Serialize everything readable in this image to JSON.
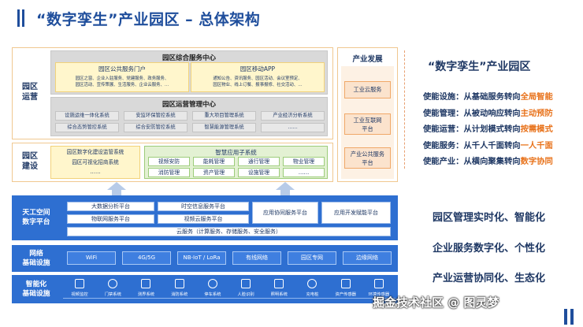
{
  "title": "“数字孪生”产业园区 – 总体架构",
  "operation": {
    "label": "园区\n运营",
    "service_center": {
      "title": "园区综合服务中心",
      "portal": {
        "title": "园区公共服务门户",
        "lines": [
          "园区之窗、企业入驻服务、党建服务、政务服务、",
          "园区活动、宣传策展、生活服务、企业云服务、…"
        ]
      },
      "mobile": {
        "title": "园区移动APP",
        "lines": [
          "通知公告、资讯服务、园区活动、会议室预定、",
          "园区物业、线上订餐、报事报修、社交活动、…"
        ]
      }
    },
    "management_center": {
      "title": "园区运营管理中心",
      "row1": [
        "设施运维一体化系统",
        "安监环保管控系统",
        "重大项目管理系统",
        "产业经济分析系统"
      ],
      "row2": [
        "综合态势管控系统",
        "综合安防管控系统",
        "智慧能源管理系统",
        "……"
      ]
    }
  },
  "construction": {
    "label": "园区\n建设",
    "left_items": [
      "园区数字化建设监管系统",
      "园区可视化招商系统",
      "……"
    ],
    "smart_title": "智慧应用子系统",
    "smart_row1": [
      "视频安防",
      "能耗管理",
      "通行管理",
      "物业管理"
    ],
    "smart_row2": [
      "消防管理",
      "资产管理",
      "设施管理",
      "……"
    ]
  },
  "industry": {
    "title": "产业发展",
    "items": [
      "工业云服务",
      "工业互联网\n平台",
      "产业公共服务\n平台"
    ]
  },
  "platform": {
    "label": "天工空间\n数字平台",
    "row1": [
      "大数据分析平台",
      "时空信息服务平台"
    ],
    "row2": [
      "物联网服务平台",
      "视频云服务平台"
    ],
    "app_collab": "应用协同服务平台",
    "app_dev": "应用开发赋能平台",
    "cloud": "云服务（计算服务、存储服务、安全服务）"
  },
  "network": {
    "label": "网络\n基础设施",
    "items": [
      "WiFi",
      "4G/5G",
      "NB-IoT / LoRa",
      "有线网络",
      "园区专网",
      "边缘网络"
    ]
  },
  "devices": {
    "label": "智能化\n基础设施",
    "items": [
      {
        "icon": "camera-icon",
        "label": "视频监控"
      },
      {
        "icon": "gate-icon",
        "label": "门禁系统"
      },
      {
        "icon": "environment-icon",
        "label": "测界系统"
      },
      {
        "icon": "fire-icon",
        "label": "消防系统"
      },
      {
        "icon": "parking-icon",
        "label": "停车系统"
      },
      {
        "icon": "face-icon",
        "label": "人脸识别"
      },
      {
        "icon": "barrier-icon",
        "label": "照明系统"
      },
      {
        "icon": "charger-icon",
        "label": "充电桩"
      },
      {
        "icon": "asset-icon",
        "label": "资产传感器"
      },
      {
        "icon": "env-sensor-icon",
        "label": "环境传感器"
      }
    ]
  },
  "right_panel": {
    "title": "“数字孪生”产业园区",
    "lines": [
      {
        "a": "使能设施：从基础服务转向",
        "b": "全局智能"
      },
      {
        "a": "使能管理：从被动响应转向",
        "b": "主动预防"
      },
      {
        "a": "使能运营：从计划模式转向",
        "b": "按需模式"
      },
      {
        "a": "使能服务：从千人千面转向",
        "b": "一人千面"
      },
      {
        "a": "使能产业：从横向聚集转向",
        "b": "数字协同"
      }
    ],
    "big": [
      "园区管理实时化、智能化",
      "企业服务数字化、个性化",
      "产业运营协同化、生态化"
    ]
  },
  "watermark": "掘金技术社区 @ 图灵梦",
  "colors": {
    "accent_blue": "#2e6fd1",
    "title_blue": "#1f4e9c",
    "orange": "#e8731c",
    "yellow_fill": "#fff6cc",
    "green_border": "#9ccc7a"
  }
}
